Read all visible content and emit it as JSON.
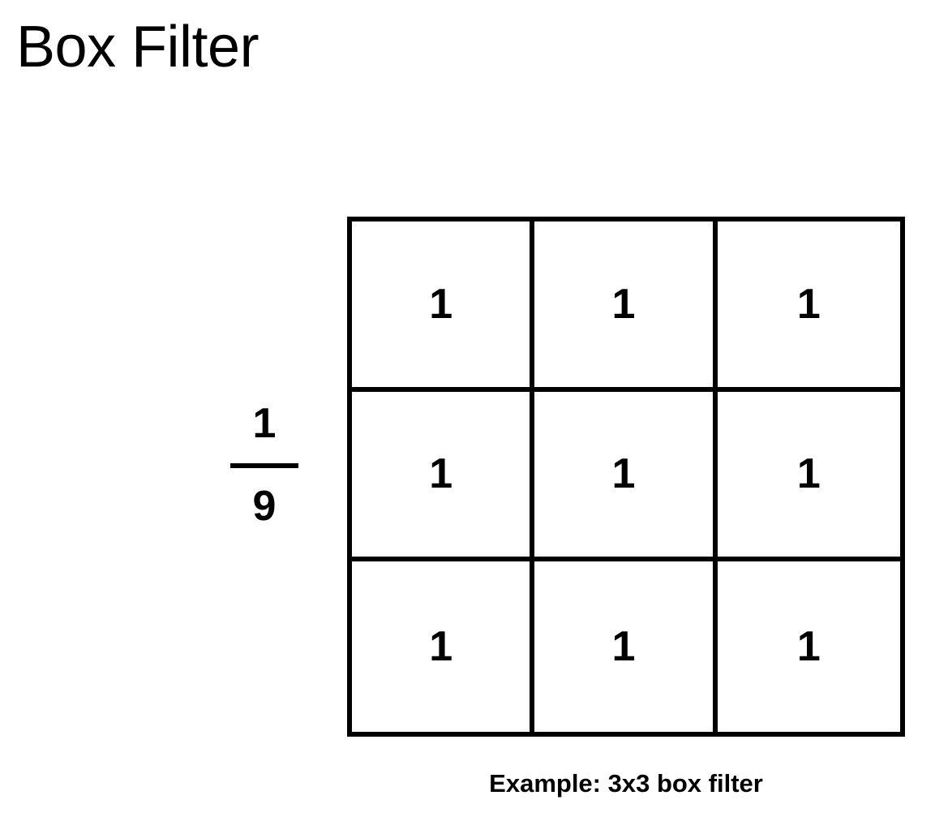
{
  "title": "Box Filter",
  "fraction": {
    "numerator": "1",
    "denominator": "9"
  },
  "kernel": {
    "rows": [
      [
        "1",
        "1",
        "1"
      ],
      [
        "1",
        "1",
        "1"
      ],
      [
        "1",
        "1",
        "1"
      ]
    ]
  },
  "caption": "Example: 3x3 box filter"
}
